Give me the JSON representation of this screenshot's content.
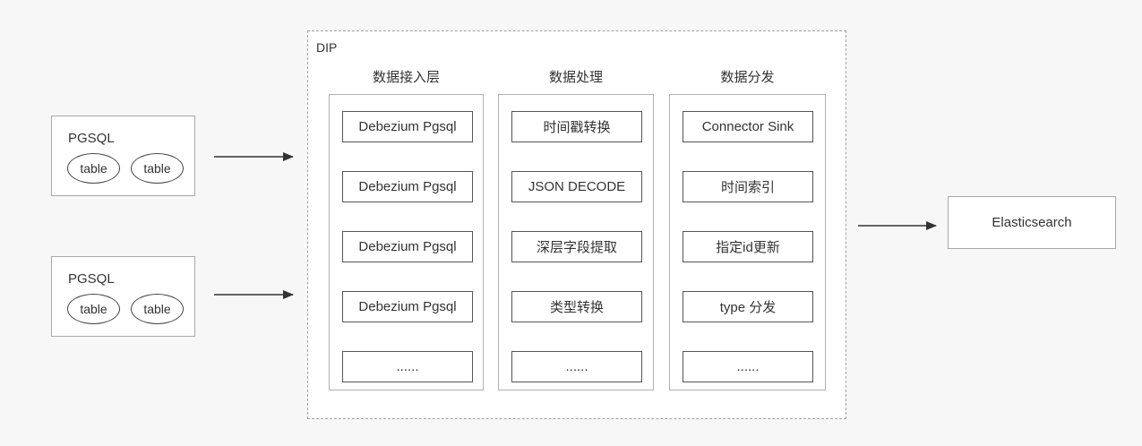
{
  "sources": [
    {
      "title": "PGSQL",
      "tables": [
        "table",
        "table"
      ]
    },
    {
      "title": "PGSQL",
      "tables": [
        "table",
        "table"
      ]
    }
  ],
  "dip": {
    "label": "DIP",
    "columns": [
      {
        "title": "数据接入层",
        "items": [
          "Debezium Pgsql",
          "Debezium Pgsql",
          "Debezium Pgsql",
          "Debezium Pgsql",
          "......"
        ]
      },
      {
        "title": "数据处理",
        "items": [
          "时间戳转换",
          "JSON DECODE",
          "深层字段提取",
          "类型转换",
          "......"
        ]
      },
      {
        "title": "数据分发",
        "items": [
          "Connector Sink",
          "时间索引",
          "指定id更新",
          "type 分发",
          "......"
        ]
      }
    ]
  },
  "target": {
    "label": "Elasticsearch"
  },
  "colors": {
    "line": "#333333",
    "border": "#a8a8a8",
    "background": "#f7f7f7"
  }
}
